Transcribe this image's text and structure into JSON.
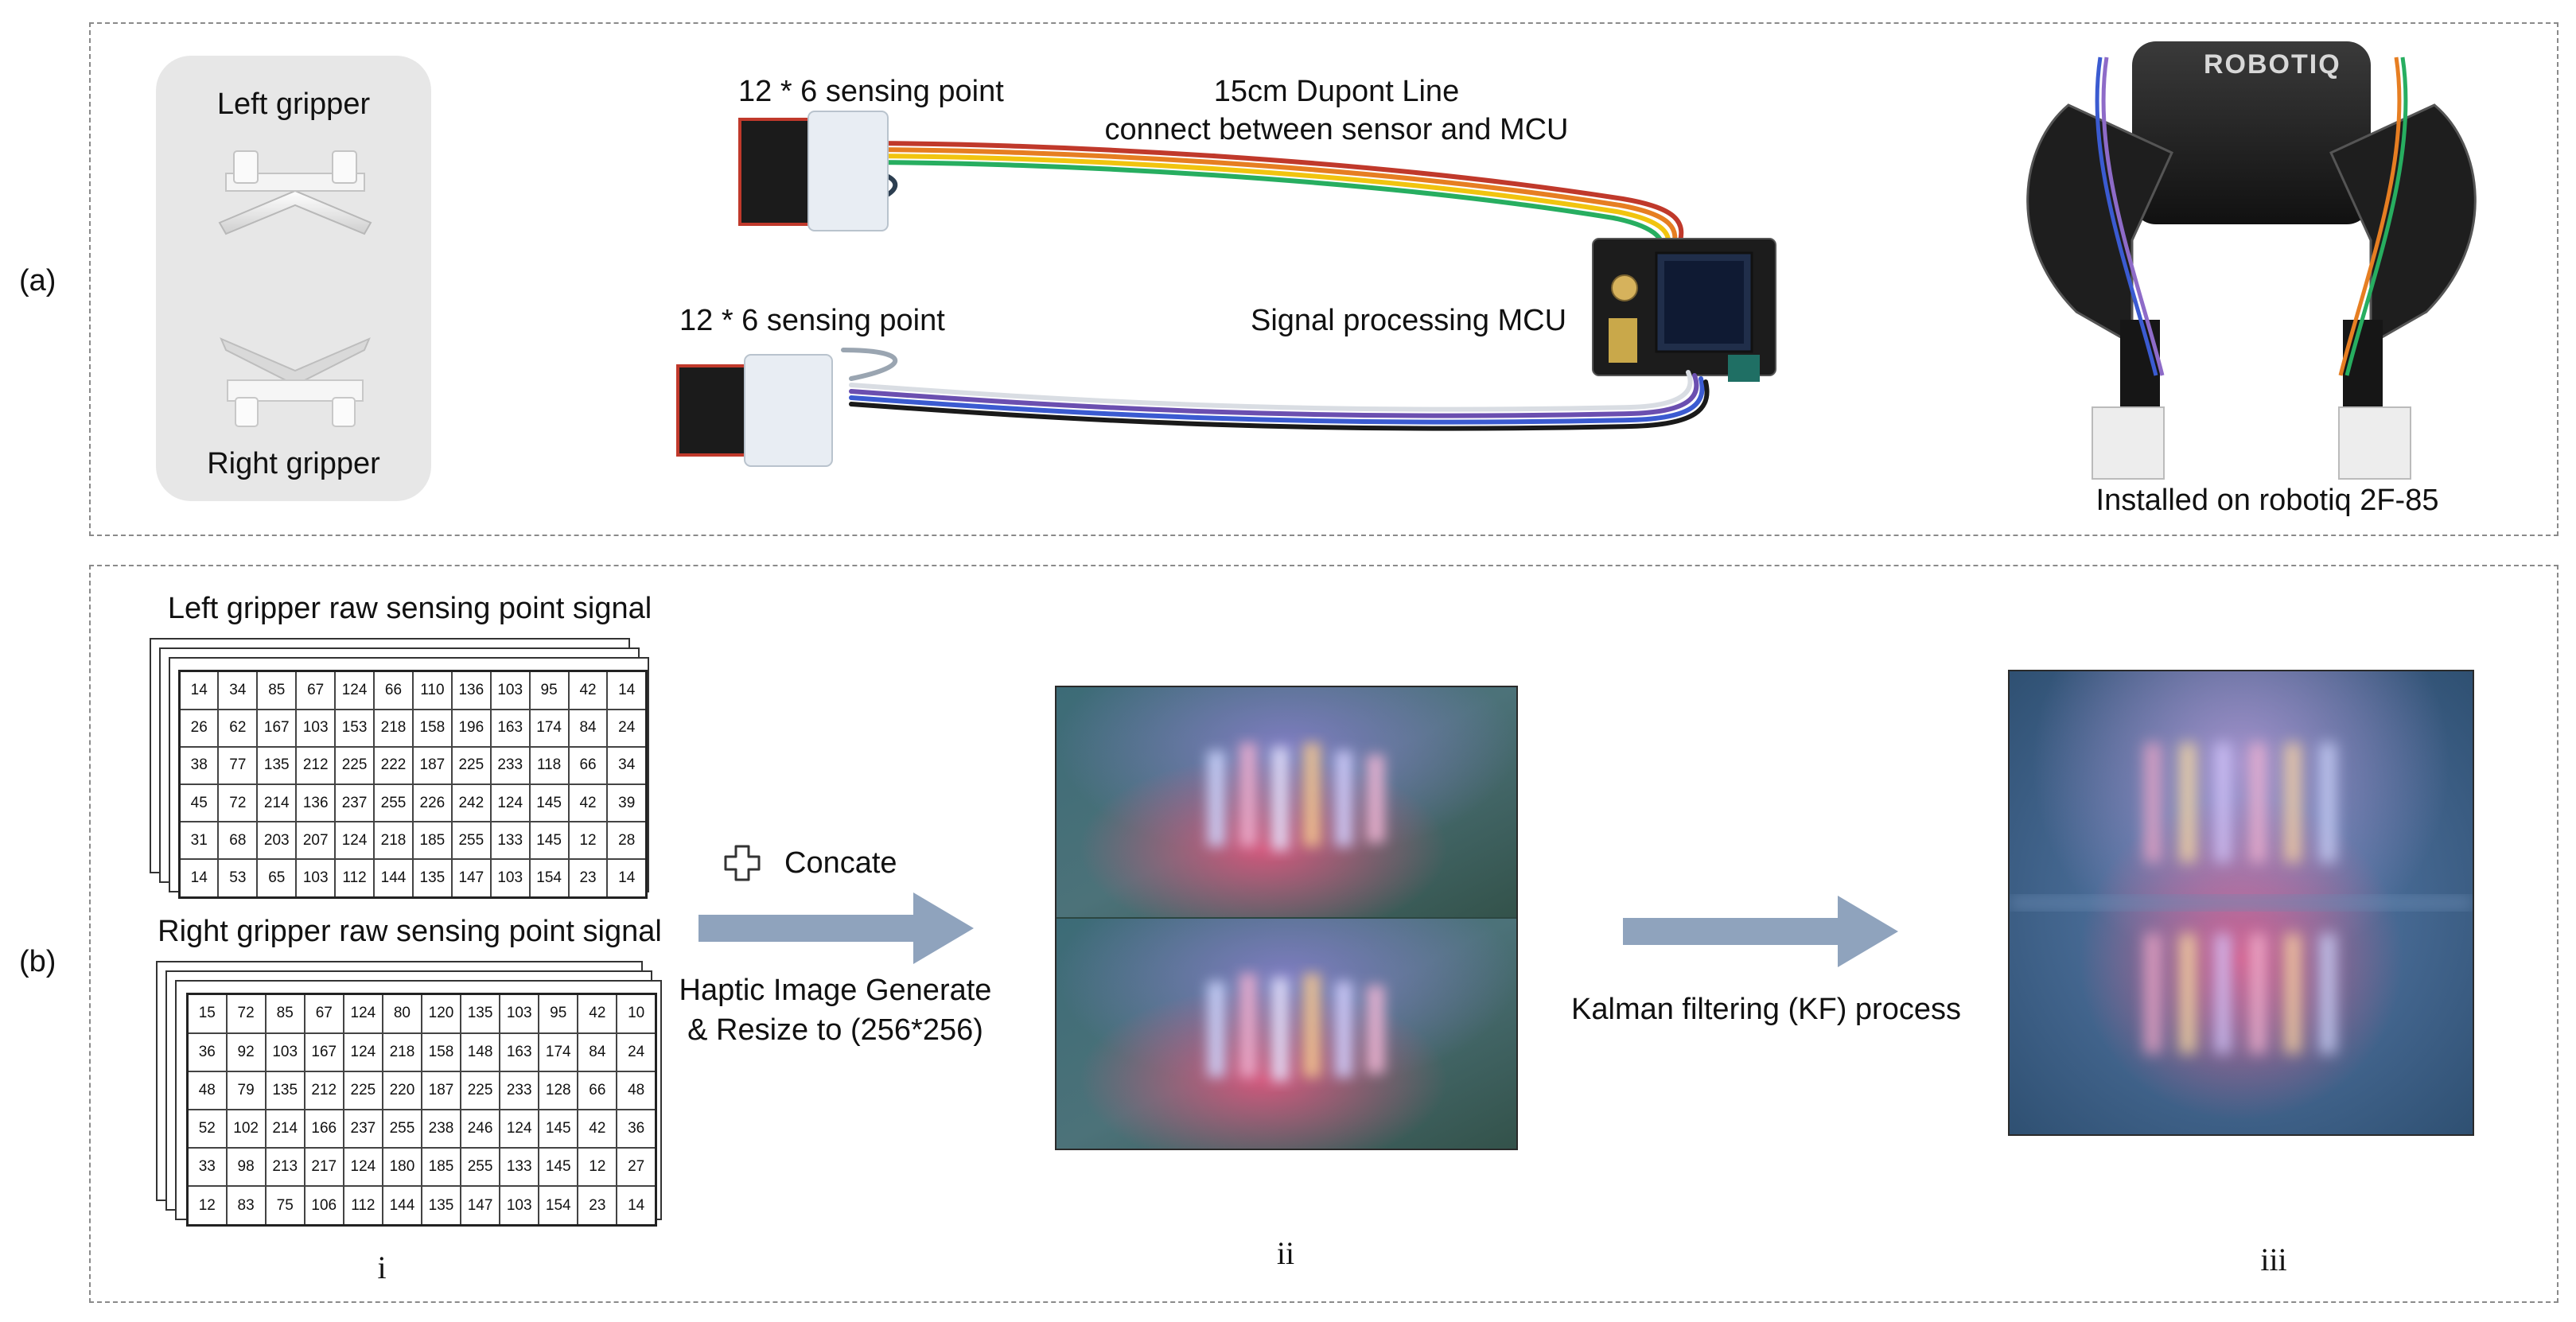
{
  "panel_a": {
    "label": "(a)",
    "left_gripper_label": "Left gripper",
    "right_gripper_label": "Right gripper",
    "sensor_top_label": "12 * 6 sensing point",
    "sensor_bottom_label": "12 * 6 sensing point",
    "dupont_line_1": "15cm Dupont Line",
    "dupont_line_2": "connect between sensor and MCU",
    "mcu_label": "Signal processing MCU",
    "robot_brand": "ROBOTIQ",
    "installed_label": "Installed on robotiq 2F-85"
  },
  "panel_b": {
    "label": "(b)",
    "left_table_title": "Left gripper raw sensing point signal",
    "right_table_title": "Right gripper raw sensing point signal",
    "left_table": [
      [
        "14",
        "34",
        "85",
        "67",
        "124",
        "66",
        "110",
        "136",
        "103",
        "95",
        "42",
        "14"
      ],
      [
        "26",
        "62",
        "167",
        "103",
        "153",
        "218",
        "158",
        "196",
        "163",
        "174",
        "84",
        "24"
      ],
      [
        "38",
        "77",
        "135",
        "212",
        "225",
        "222",
        "187",
        "225",
        "233",
        "118",
        "66",
        "34"
      ],
      [
        "45",
        "72",
        "214",
        "136",
        "237",
        "255",
        "226",
        "242",
        "124",
        "145",
        "42",
        "39"
      ],
      [
        "31",
        "68",
        "203",
        "207",
        "124",
        "218",
        "185",
        "255",
        "133",
        "145",
        "12",
        "28"
      ],
      [
        "14",
        "53",
        "65",
        "103",
        "112",
        "144",
        "135",
        "147",
        "103",
        "154",
        "23",
        "14"
      ]
    ],
    "right_table": [
      [
        "15",
        "72",
        "85",
        "67",
        "124",
        "80",
        "120",
        "135",
        "103",
        "95",
        "42",
        "10"
      ],
      [
        "36",
        "92",
        "103",
        "167",
        "124",
        "218",
        "158",
        "148",
        "163",
        "174",
        "84",
        "24"
      ],
      [
        "48",
        "79",
        "135",
        "212",
        "225",
        "220",
        "187",
        "225",
        "233",
        "128",
        "66",
        "48"
      ],
      [
        "52",
        "102",
        "214",
        "166",
        "237",
        "255",
        "238",
        "246",
        "124",
        "145",
        "42",
        "36"
      ],
      [
        "33",
        "98",
        "213",
        "217",
        "124",
        "180",
        "185",
        "255",
        "133",
        "145",
        "12",
        "27"
      ],
      [
        "12",
        "83",
        "75",
        "106",
        "112",
        "144",
        "135",
        "147",
        "103",
        "154",
        "23",
        "14"
      ]
    ],
    "concate_label": "Concate",
    "haptic_line_1": "Haptic Image Generate",
    "haptic_line_2": "& Resize to (256*256)",
    "kf_label": "Kalman filtering (KF) process",
    "stage_i": "i",
    "stage_ii": "ii",
    "stage_iii": "iii"
  },
  "colors": {
    "arrow": "#8fa3bd",
    "dashed_border": "#8a8a8a",
    "gripper_panel_bg": "#e7e7e7"
  }
}
